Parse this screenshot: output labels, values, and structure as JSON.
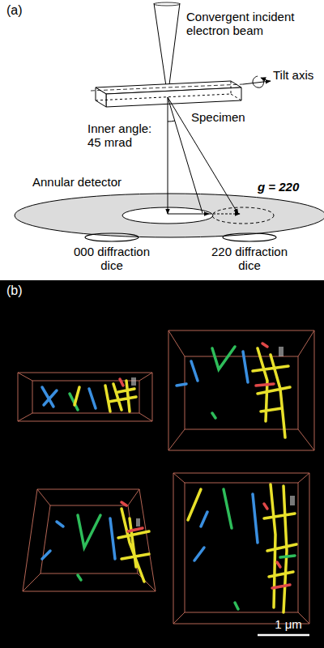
{
  "diagram": {
    "labels": [
      "(a)",
      "Convergent incident electron beam",
      "Tilt axis",
      "Specimen",
      "Inner angle: 45 mrad",
      "Annular detector",
      "g = 220",
      "000 diffraction dice",
      "220 diffraction dice",
      "(b)",
      "1 μm"
    ]
  }
}
